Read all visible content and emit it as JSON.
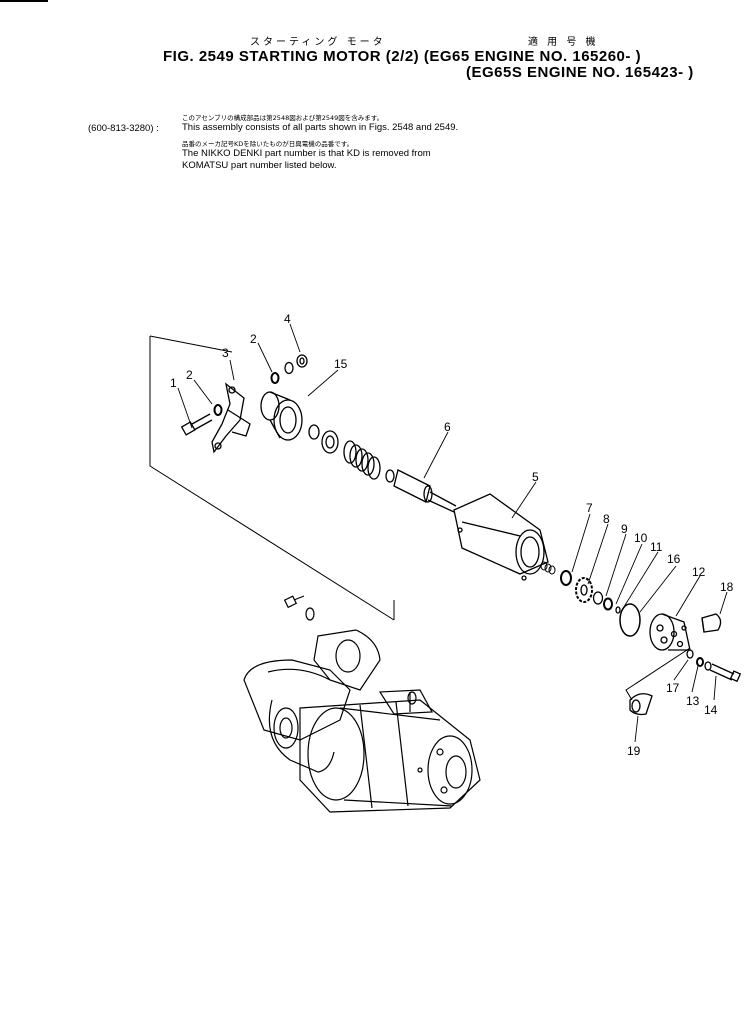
{
  "header": {
    "title_jp": "スターティング モータ",
    "applicable_jp": "適 用 号 機",
    "fig_title": "FIG. 2549  STARTING MOTOR (2/2) (EG65   ENGINE NO. 165260-  )",
    "applicability_line2": "(EG65S  ENGINE  NO. 165423-  )"
  },
  "notes": {
    "jp1": "このアセンブリの構成部品は第2548図および第2549図を含みます。",
    "part_number": "(600-813-3280) :",
    "en1": "This assembly consists of all parts shown in Figs. 2548 and 2549.",
    "jp2": "品番のメーカ記号KDを除いたものが日興電機の品番です。",
    "en2": "The NIKKO DENKI part number is that KD is removed from",
    "en3": "KOMATSU part number listed below."
  },
  "callouts": [
    "1",
    "2",
    "2",
    "3",
    "4",
    "15",
    "6",
    "5",
    "7",
    "8",
    "9",
    "10",
    "11",
    "16",
    "12",
    "18",
    "17",
    "13",
    "14",
    "19"
  ]
}
